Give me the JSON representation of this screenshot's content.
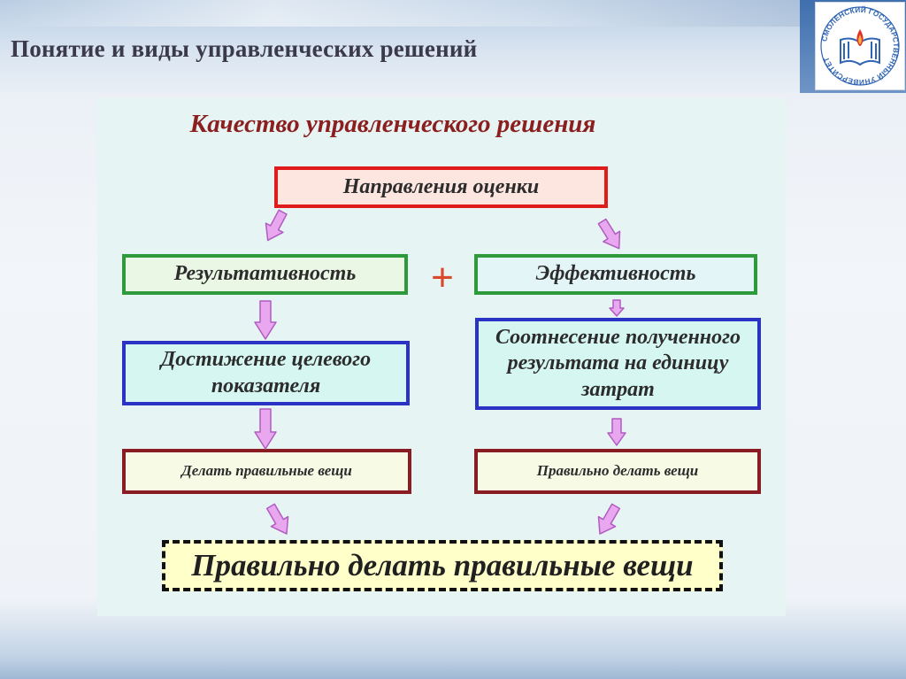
{
  "slide": {
    "title": "Понятие и виды управленческих решений"
  },
  "logo": {
    "icon": "university-book-logo-icon",
    "ring_text": "СМОЛЕНСКИЙ ГОСУДАРСТВЕННЫЙ УНИВЕРСИТЕТ"
  },
  "diagram": {
    "heading": "Качество управленческого решения",
    "top_box": "Направления оценки",
    "plus_sign": "+",
    "left": {
      "criterion": "Результативность",
      "meaning": "Достижение целевого показателя",
      "principle": "Делать правильные вещи"
    },
    "right": {
      "criterion": "Эффективность",
      "meaning": "Соотнесение полученного результата на единицу затрат",
      "principle": "Правильно делать вещи"
    },
    "conclusion": "Правильно делать правильные вещи"
  },
  "colors": {
    "heading": "#8b1e1e",
    "top_border": "#e01b1b",
    "criterion_border": "#2f9a3b",
    "meaning_border": "#2b33c4",
    "principle_border": "#8a1c24",
    "arrow_fill": "#e8a7ef",
    "arrow_stroke": "#b05cc0"
  }
}
